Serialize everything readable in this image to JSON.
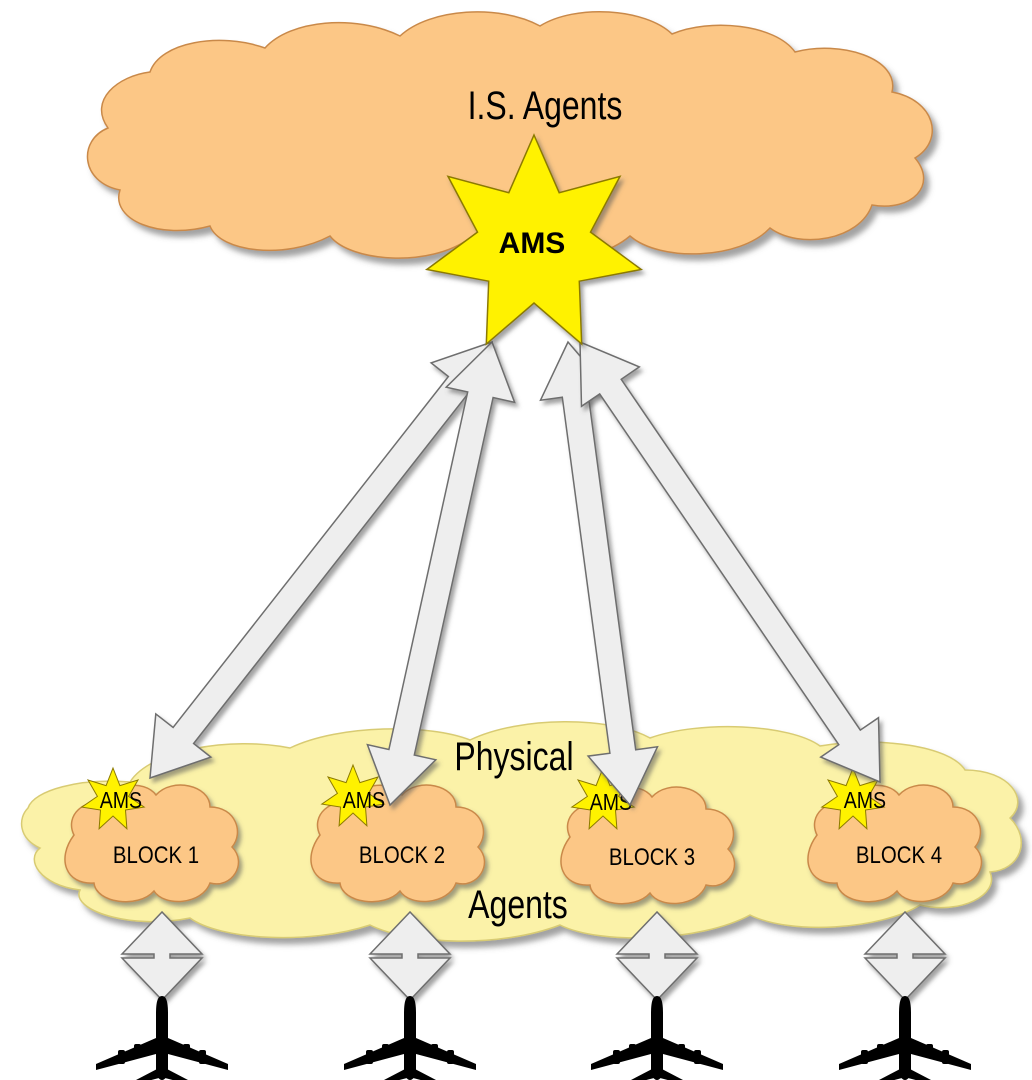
{
  "top_cloud": {
    "label": "I.S. Agents",
    "center_star_label": "AMS"
  },
  "bottom_cloud": {
    "label_top": "Physical",
    "label_bottom": "Agents"
  },
  "blocks": [
    {
      "label": "BLOCK 1",
      "ams_label": "AMS"
    },
    {
      "label": "BLOCK 2",
      "ams_label": "AMS"
    },
    {
      "label": "BLOCK 3",
      "ams_label": "AMS"
    },
    {
      "label": "BLOCK 4",
      "ams_label": "AMS"
    }
  ],
  "colors": {
    "top_cloud_fill": "#FCC786",
    "block_cloud_fill": "#FCC786",
    "physical_cloud_fill": "#FBF2A8",
    "star_fill": "#FFF200",
    "arrow_fill": "#EEEEEE",
    "aircraft": "#000000"
  },
  "icons": [
    "star-icon",
    "airplane-icon",
    "double-arrow-icon"
  ]
}
